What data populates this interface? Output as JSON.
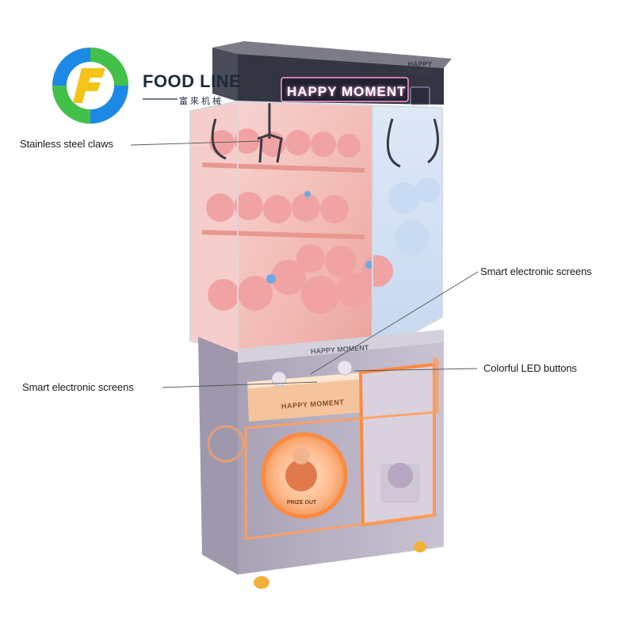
{
  "brand": {
    "name": "FOOD LINE",
    "subtitle": "富來机械",
    "logo_colors": [
      "#1e88e5",
      "#43c04a",
      "#f4c518"
    ]
  },
  "machine": {
    "marquee_title": "HAPPY MOMENT",
    "marquee_small": "HAPPY MOMENT",
    "front_strip": "HAPPY MOMENT",
    "control_panel": "HAPPY MOMENT",
    "win_label": "PRIZE OUT",
    "cabinet_color": "#b9b3c4",
    "led_color": "#ff8a3d",
    "plush_color": "#f1a3a3"
  },
  "callouts": [
    {
      "id": "claws",
      "text": "Stainless steel claws"
    },
    {
      "id": "screens-upper",
      "text": "Smart electronic screens"
    },
    {
      "id": "buttons",
      "text": "Colorful LED buttons"
    },
    {
      "id": "screens-lower",
      "text": "Smart electronic screens"
    }
  ]
}
